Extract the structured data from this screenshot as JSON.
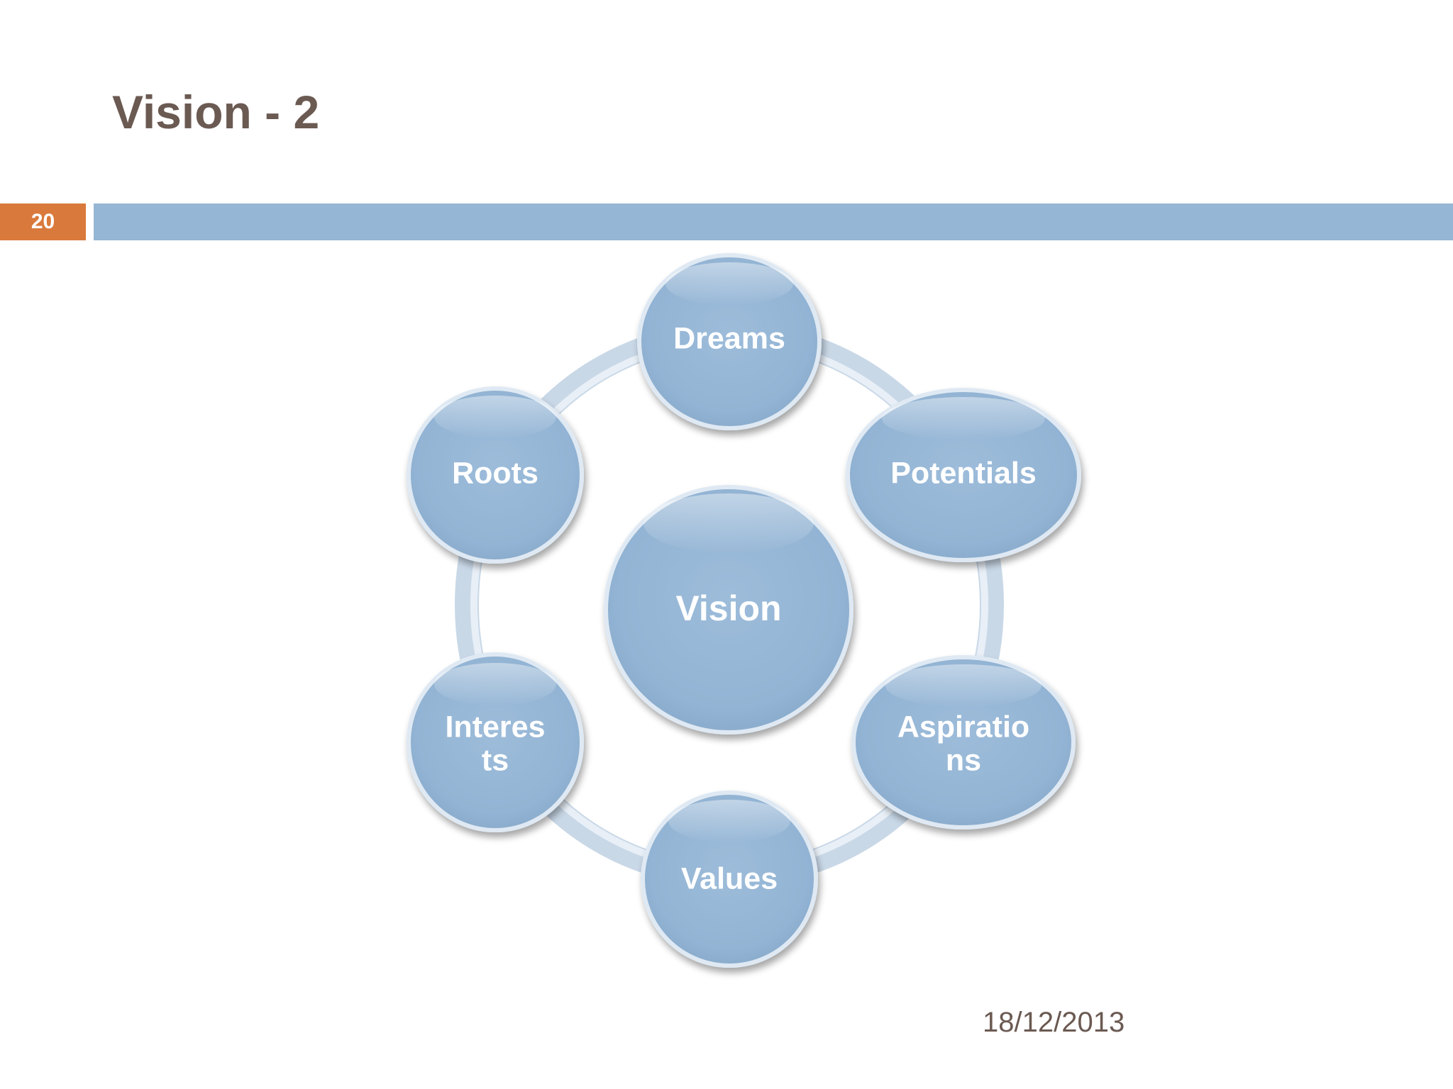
{
  "slide": {
    "title": "Vision - 2",
    "number": "20",
    "date": "18/12/2013"
  },
  "diagram": {
    "center": {
      "label": "Vision"
    },
    "nodes": [
      {
        "id": "dreams",
        "lines": [
          "Dreams"
        ]
      },
      {
        "id": "potentials",
        "lines": [
          "Potentials"
        ]
      },
      {
        "id": "aspirations",
        "lines": [
          "Aspiratio",
          "ns"
        ]
      },
      {
        "id": "values",
        "lines": [
          "Values"
        ]
      },
      {
        "id": "interests",
        "lines": [
          "Interes",
          "ts"
        ]
      },
      {
        "id": "roots",
        "lines": [
          "Roots"
        ]
      }
    ]
  },
  "colors": {
    "accent_orange": "#d97a3c",
    "bar_blue": "#95b6d4",
    "node_blue": "#95b6d6",
    "title_brown": "#6b5a52"
  }
}
